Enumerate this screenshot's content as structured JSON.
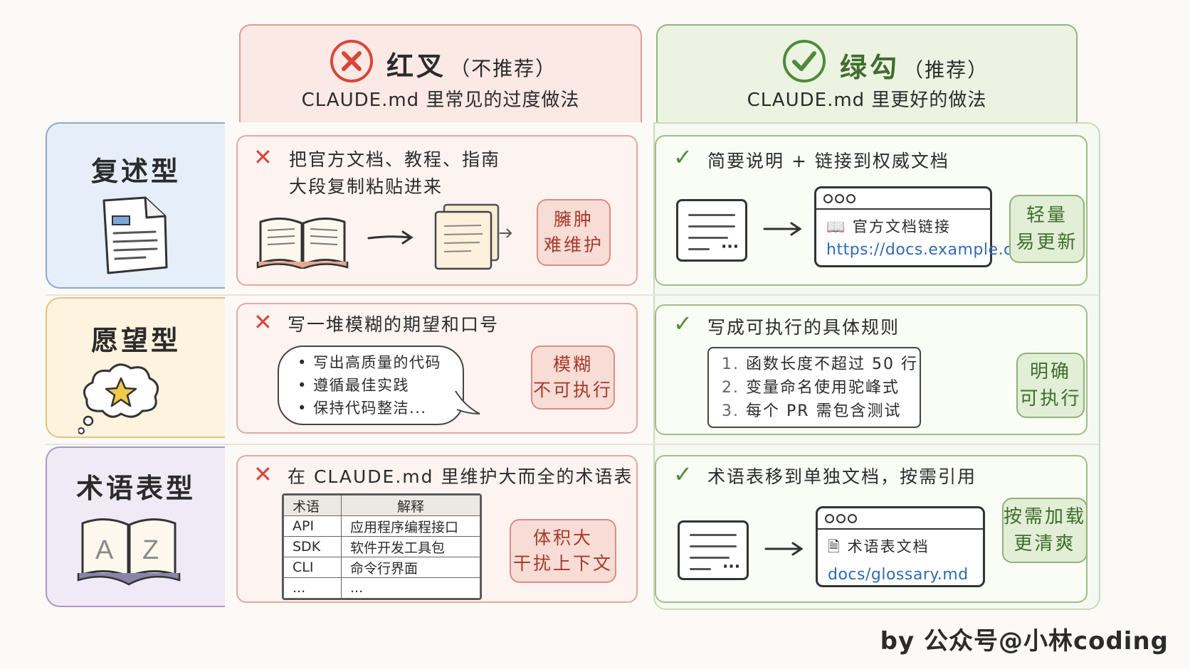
{
  "header_red": {
    "title": "红叉",
    "paren": "（不推荐）",
    "subtitle": "CLAUDE.md 里常见的过度做法"
  },
  "header_green": {
    "title": "绿勾",
    "paren": "（推荐）",
    "subtitle": "CLAUDE.md 里更好的做法"
  },
  "rows": [
    {
      "category": "复述型",
      "bad": {
        "text_line1": "把官方文档、教程、指南",
        "text_line2": "大段复制粘贴进来",
        "badge_line1": "臃肿",
        "badge_line2": "难维护"
      },
      "good": {
        "text": "简要说明 + 链接到权威文档",
        "browser_label": "官方文档链接",
        "browser_link": "https://docs.example.com",
        "badge_line1": "轻量",
        "badge_line2": "易更新"
      }
    },
    {
      "category": "愿望型",
      "bad": {
        "text": "写一堆模糊的期望和口号",
        "bullets": [
          "写出高质量的代码",
          "遵循最佳实践",
          "保持代码整洁..."
        ],
        "badge_line1": "模糊",
        "badge_line2": "不可执行"
      },
      "good": {
        "text": "写成可执行的具体规则",
        "rules": [
          {
            "num": "1.",
            "text": "函数长度不超过 50 行"
          },
          {
            "num": "2.",
            "text": "变量命名使用驼峰式"
          },
          {
            "num": "3.",
            "text": "每个 PR 需包含测试"
          }
        ],
        "badge_line1": "明确",
        "badge_line2": "可执行"
      }
    },
    {
      "category": "术语表型",
      "bad": {
        "text": "在 CLAUDE.md 里维护大而全的术语表",
        "table_headers": [
          "术语",
          "解释"
        ],
        "table_rows": [
          [
            "API",
            "应用程序编程接口"
          ],
          [
            "SDK",
            "软件开发工具包"
          ],
          [
            "CLI",
            "命令行界面"
          ],
          [
            "...",
            "..."
          ]
        ],
        "badge_line1": "体积大",
        "badge_line2": "干扰上下文"
      },
      "good": {
        "text": "术语表移到单独文档，按需引用",
        "browser_label": "术语表文档",
        "browser_link": "docs/glossary.md",
        "badge_line1": "按需加载",
        "badge_line2": "更清爽"
      }
    }
  ],
  "icons": {
    "book": "A",
    "book2": "Z",
    "star": "★"
  },
  "footer": "by 公众号@小林coding",
  "colors": {
    "red": "#d9463a",
    "green": "#4f8a3a",
    "blue_cat": "#e6eff9",
    "yellow_cat": "#fdf3df",
    "purple_cat": "#efeaf5"
  }
}
